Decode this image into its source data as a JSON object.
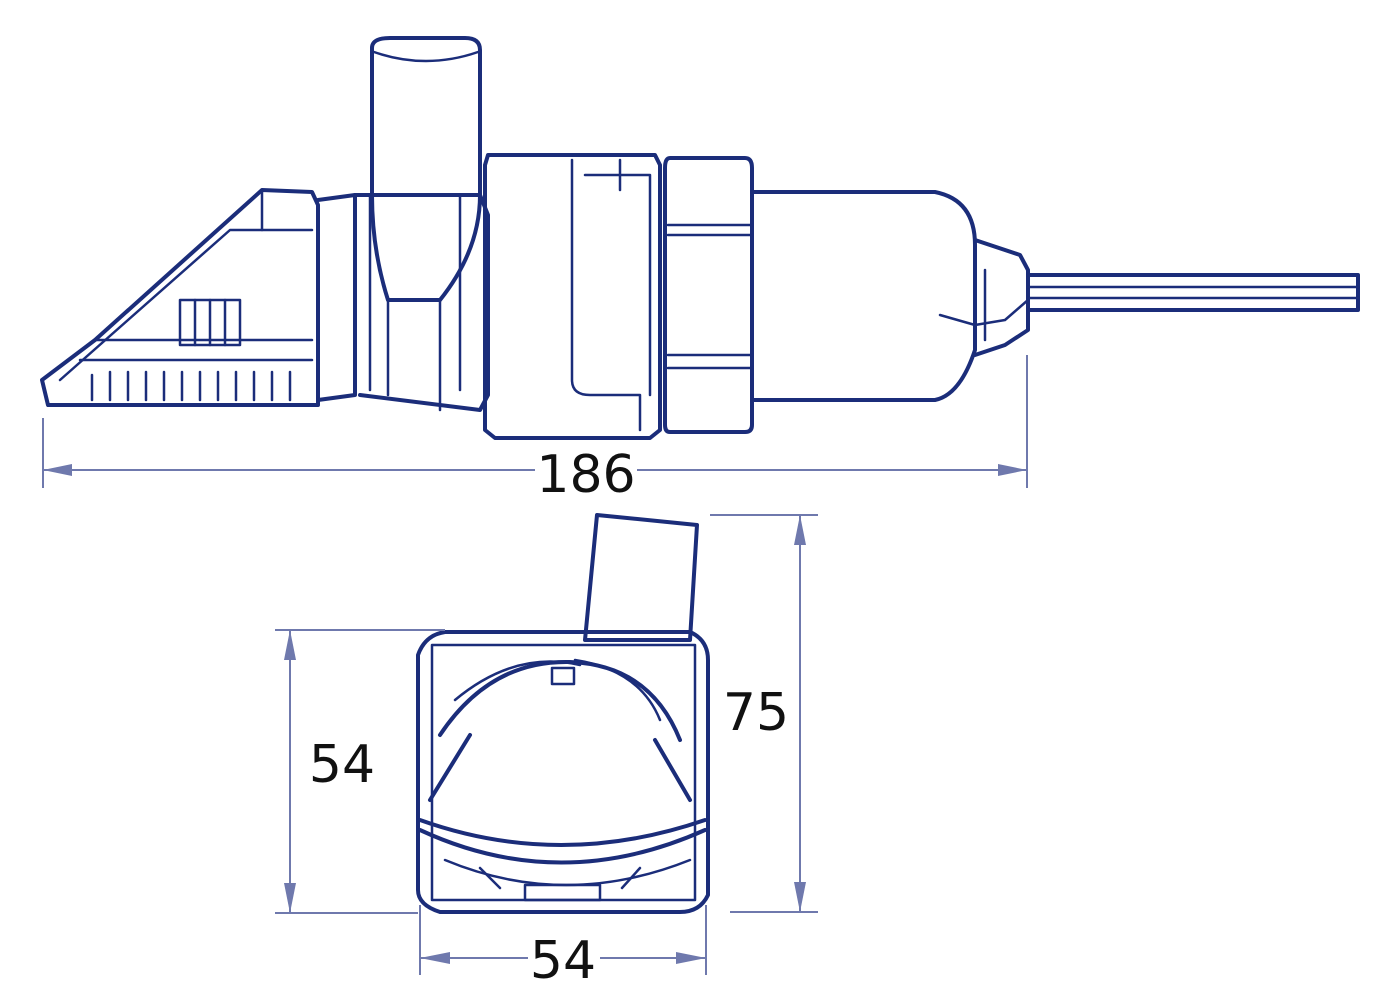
{
  "dimensions": {
    "length": "186",
    "height": "75",
    "side_height": "54",
    "width": "54"
  },
  "colors": {
    "outline": "#1b2d7a",
    "dimension_line": "#6f79ad",
    "label": "#111111"
  }
}
